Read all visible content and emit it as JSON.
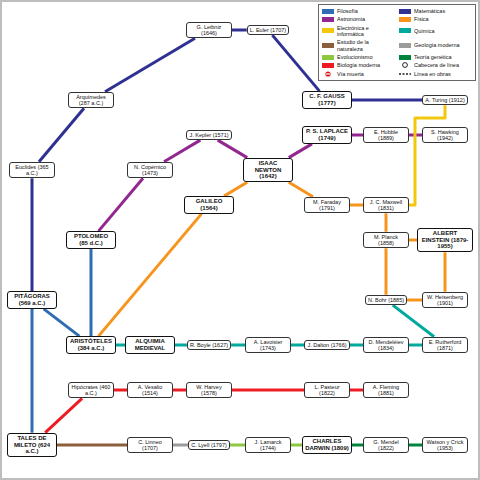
{
  "diagram": {
    "nodes": [
      {
        "text": [
          "TALES DE MILETO (624 a.C.)"
        ]
      },
      {
        "text": [
          "PITÁGORAS (569 a.C.)"
        ]
      },
      {
        "text": [
          "Euclides (365 a.C.)"
        ]
      },
      {
        "text": [
          "Arquímedes (287 a.C.)"
        ]
      },
      {
        "text": [
          "G. Leibniz (1646)"
        ]
      },
      {
        "text": [
          "L. Euler (1707)"
        ]
      },
      {
        "text": [
          "C. F. GAUSS (1777)"
        ]
      },
      {
        "text": [
          "A. Turing (1912)"
        ]
      },
      {
        "text": [
          "PTOLOMEO (85 d.C.)"
        ]
      },
      {
        "text": [
          "N. Copérnico (1473)"
        ]
      },
      {
        "text": [
          "J. Kepler (1571)"
        ]
      },
      {
        "text": [
          "ISAAC NEWTON (1642)"
        ]
      },
      {
        "text": [
          "P. S. LAPLACE (1749)"
        ]
      },
      {
        "text": [
          "E. Hubble (1889)"
        ]
      },
      {
        "text": [
          "S. Hawking (1942)"
        ]
      },
      {
        "text": [
          "ARISTÓTELES (384 a.C.)"
        ]
      },
      {
        "text": [
          "GALILEO (1564)"
        ]
      },
      {
        "text": [
          "M. Faraday (1791)"
        ]
      },
      {
        "text": [
          "J. C. Maxwell (1831)"
        ]
      },
      {
        "text": [
          "M. Planck (1858)"
        ]
      },
      {
        "text": [
          "ALBERT EINSTEIN (1879-1955)"
        ]
      },
      {
        "text": [
          "N. Bohr (1885)"
        ]
      },
      {
        "text": [
          "ALQUIMIA MEDIEVAL"
        ]
      },
      {
        "text": [
          "R. Boyle (1627)"
        ]
      },
      {
        "text": [
          "A. Lavoisier (1743)"
        ]
      },
      {
        "text": [
          "J. Dalton (1766)"
        ]
      },
      {
        "text": [
          "D. Mendeléiev (1834)"
        ]
      },
      {
        "text": [
          "E. Rutherford (1871)"
        ]
      },
      {
        "text": [
          "W. Heisenberg (1901)"
        ]
      },
      {
        "text": [
          "Hipócrates (460 a.C.)"
        ]
      },
      {
        "text": [
          "A. Vesalio (1514)"
        ]
      },
      {
        "text": [
          "W. Harvey (1578)"
        ]
      },
      {
        "text": [
          "L. Pasteur (1822)"
        ]
      },
      {
        "text": [
          "A. Fleming (1881)"
        ]
      },
      {
        "text": [
          "C. Linneo (1707)"
        ]
      },
      {
        "text": [
          "J. Lamarck (1744)"
        ]
      },
      {
        "text": [
          "CHARLES DARWIN (1809)"
        ]
      },
      {
        "text": [
          "Watson y Crick (1953)"
        ]
      },
      {
        "text": [
          "G. Mendel (1822)"
        ]
      },
      {
        "text": [
          "C. Lyell (1797)"
        ]
      }
    ],
    "edges": [
      {
        "from": 0,
        "to": 1,
        "arrow": "none"
      },
      {
        "from": 1,
        "to": 15,
        "arrow": "none"
      },
      {
        "from": 15,
        "to": 8,
        "arrow": "none"
      },
      {
        "from": 1,
        "to": 2,
        "arrow": "none"
      },
      {
        "from": 2,
        "to": 3,
        "arrow": "none"
      },
      {
        "from": 3,
        "to": 4,
        "arrow": "none"
      },
      {
        "from": 4,
        "to": 5,
        "arrow": "none"
      },
      {
        "from": 5,
        "to": 6,
        "arrow": "none"
      },
      {
        "from": 6,
        "to": 7,
        "arrow": "none"
      },
      {
        "from": 8,
        "to": 9,
        "arrow": "none"
      },
      {
        "from": 9,
        "to": 10,
        "arrow": "none"
      },
      {
        "from": 10,
        "to": 11,
        "arrow": "none"
      },
      {
        "from": 11,
        "to": 12,
        "arrow": "none"
      },
      {
        "from": 12,
        "to": 13,
        "arrow": "none"
      },
      {
        "from": 13,
        "to": 14,
        "arrow": "none"
      },
      {
        "from": 15,
        "to": 16,
        "arrow": "none"
      },
      {
        "from": 16,
        "to": 11,
        "arrow": "none"
      },
      {
        "from": 11,
        "to": 17,
        "arrow": "none"
      },
      {
        "from": 17,
        "to": 18,
        "arrow": "none"
      },
      {
        "from": 18,
        "to": 19,
        "arrow": "none"
      },
      {
        "from": 19,
        "to": 20,
        "arrow": "none"
      },
      {
        "from": 20,
        "to": 28,
        "arrow": "none"
      },
      {
        "from": 18,
        "to": 7,
        "arrow": "none"
      },
      {
        "from": 15,
        "to": 22,
        "arrow": "none"
      },
      {
        "from": 22,
        "to": 23,
        "arrow": "none"
      },
      {
        "from": 23,
        "to": 24,
        "arrow": "none"
      },
      {
        "from": 24,
        "to": 25,
        "arrow": "none"
      },
      {
        "from": 25,
        "to": 26,
        "arrow": "none"
      },
      {
        "from": 26,
        "to": 27,
        "arrow": "none"
      },
      {
        "from": 27,
        "to": 21,
        "arrow": "none"
      },
      {
        "from": 19,
        "to": 21,
        "arrow": "none"
      },
      {
        "from": 21,
        "to": 28,
        "arrow": "none"
      },
      {
        "from": 0,
        "to": 29,
        "arrow": "none"
      },
      {
        "from": 29,
        "to": 30,
        "arrow": "none"
      },
      {
        "from": 30,
        "to": 31,
        "arrow": "none"
      },
      {
        "from": 31,
        "to": 32,
        "arrow": "none"
      },
      {
        "from": 32,
        "to": 33,
        "arrow": "none"
      },
      {
        "from": 0,
        "to": 34,
        "arrow": "none"
      },
      {
        "from": 34,
        "to": 39,
        "arrow": "none"
      },
      {
        "from": 39,
        "to": 35,
        "arrow": "none"
      },
      {
        "from": 35,
        "to": 36,
        "arrow": "none"
      },
      {
        "from": 36,
        "to": 38,
        "arrow": "none"
      },
      {
        "from": 38,
        "to": 37,
        "arrow": "none"
      }
    ],
    "legend": [
      {
        "text": "Filosofía",
        "color": "#2e6db4"
      },
      {
        "text": "Matemáticas",
        "color": "#2e3192"
      },
      {
        "text": "Astronomía",
        "color": "#92278f"
      },
      {
        "text": "Física",
        "color": "#f7941d"
      },
      {
        "text": "Electrónica e informática",
        "color": "#f2c80f"
      },
      {
        "text": "Química",
        "color": "#00a99d"
      },
      {
        "text": "Estudio de la naturaleza",
        "color": "#8b5e3c"
      },
      {
        "text": "Geología moderna",
        "color": "#9b9b9b"
      },
      {
        "text": "Evolucionismo",
        "color": "#8dc63f"
      },
      {
        "text": "Teoría genética",
        "color": "#00843d"
      },
      {
        "text": "Biología moderna",
        "color": "#ed1c24"
      },
      {
        "text": "Cabecera de línea"
      },
      {
        "text": "Vía muerta"
      },
      {
        "text": "Línea en obras"
      }
    ]
  }
}
